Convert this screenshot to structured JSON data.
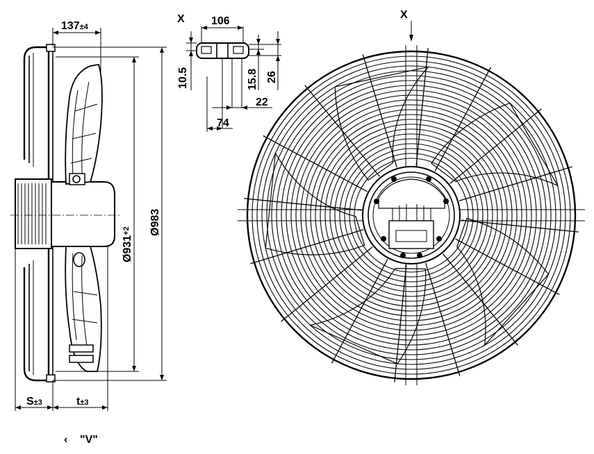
{
  "labels": {
    "d137": "137",
    "d137_tol": "±4",
    "x_left": "X",
    "x_right": "X",
    "d106": "106",
    "d10_5": "10.5",
    "d15_8": "15.8",
    "d26": "26",
    "d22": "22",
    "d74": "74",
    "d931": "Ø931",
    "d931_tol": "+2",
    "d983": "Ø983",
    "s_label": "S",
    "s_tol": "±3",
    "t_label": "t",
    "t_tol": "±3",
    "view_label": "\"V\"",
    "view_arrow": "‹"
  },
  "colors": {
    "line": "#000000",
    "background": "#ffffff",
    "grille_fill": "#e6e6e6"
  }
}
